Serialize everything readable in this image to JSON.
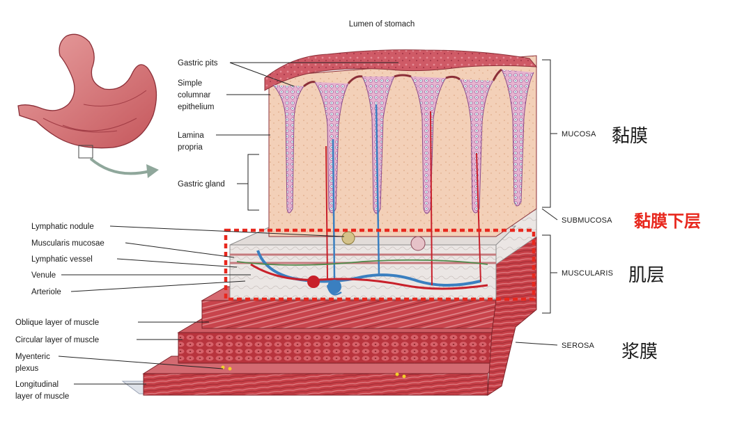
{
  "title": "Lumen of stomach",
  "labels": {
    "gastric_pits": "Gastric pits",
    "simple_columnar": [
      "Simple",
      "columnar",
      "epithelium"
    ],
    "lamina_propria": [
      "Lamina",
      "propria"
    ],
    "gastric_gland": "Gastric gland",
    "lymphatic_nodule": "Lymphatic nodule",
    "muscularis_mucosae": "Muscularis mucosae",
    "lymphatic_vessel": "Lymphatic vessel",
    "venule": "Venule",
    "arteriole": "Arteriole",
    "oblique_layer": "Oblique layer of muscle",
    "circular_layer": "Circular layer of muscle",
    "myenteric_plexus": [
      "Myenteric",
      "plexus"
    ],
    "longitudinal_layer": [
      "Longitudinal",
      "layer of muscle"
    ]
  },
  "layers": [
    {
      "en": "MUCOSA",
      "zh": "黏膜",
      "highlight": false
    },
    {
      "en": "SUBMUCOSA",
      "zh": "黏膜下层",
      "highlight": true
    },
    {
      "en": "MUSCULARIS",
      "zh": "肌层",
      "highlight": false
    },
    {
      "en": "SEROSA",
      "zh": "浆膜",
      "highlight": false
    }
  ],
  "colors": {
    "highlight_box": "#e8281e",
    "muscle": "#c9424a",
    "mucosa": "#d0606a",
    "submucosa": "#e9e4e2",
    "vein": "#3a7fc0",
    "artery": "#c8202a"
  }
}
